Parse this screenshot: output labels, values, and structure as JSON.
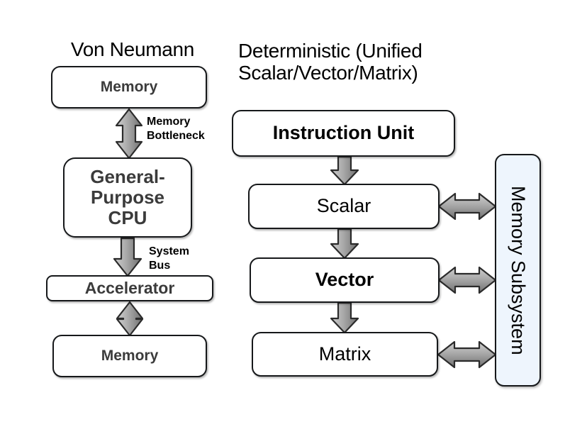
{
  "diagram": {
    "title_left": "Von Neumann",
    "title_right": "Deterministic (Unified\nScalar/Vector/Matrix)",
    "colors": {
      "box_border": "#16181a",
      "box_fill": "#ffffff",
      "grey_text": "#3b3b3b",
      "black_text": "#000000",
      "memory_panel_fill": "#eef5fd",
      "arrow_fill_light": "#d2d2d2",
      "arrow_fill_dark": "#6f6f6f",
      "arrow_stroke": "#2b2b2b"
    }
  },
  "left_column": {
    "heading": "Von Neumann",
    "boxes": [
      {
        "id": "memory-top",
        "label": "Memory"
      },
      {
        "id": "cpu",
        "label": "General-\nPurpose\nCPU"
      },
      {
        "id": "accelerator",
        "label": "Accelerator"
      },
      {
        "id": "memory-bottom",
        "label": "Memory"
      }
    ],
    "connector_labels": [
      {
        "id": "memory-bottleneck",
        "label": "Memory\nBottleneck"
      },
      {
        "id": "system-bus",
        "label": "System\nBus"
      }
    ],
    "connectors": [
      {
        "from": "memory-top",
        "to": "cpu",
        "direction": "bidirectional",
        "label": "Memory Bottleneck"
      },
      {
        "from": "cpu",
        "to": "accelerator",
        "direction": "down",
        "label": "System Bus"
      },
      {
        "from": "accelerator",
        "to": "memory-bottom",
        "direction": "bidirectional",
        "label": ""
      }
    ]
  },
  "right_column": {
    "heading": "Deterministic (Unified Scalar/Vector/Matrix)",
    "boxes": [
      {
        "id": "instruction-unit",
        "label": "Instruction Unit"
      },
      {
        "id": "scalar",
        "label": "Scalar"
      },
      {
        "id": "vector",
        "label": "Vector"
      },
      {
        "id": "matrix",
        "label": "Matrix"
      }
    ],
    "memory_panel": {
      "id": "memory-subsystem",
      "label": "Memory Subsystem"
    },
    "connectors": [
      {
        "from": "instruction-unit",
        "to": "scalar",
        "direction": "down"
      },
      {
        "from": "scalar",
        "to": "vector",
        "direction": "down"
      },
      {
        "from": "vector",
        "to": "matrix",
        "direction": "down"
      },
      {
        "from": "scalar",
        "to": "memory-subsystem",
        "direction": "bidirectional"
      },
      {
        "from": "vector",
        "to": "memory-subsystem",
        "direction": "bidirectional"
      },
      {
        "from": "matrix",
        "to": "memory-subsystem",
        "direction": "bidirectional"
      }
    ]
  }
}
